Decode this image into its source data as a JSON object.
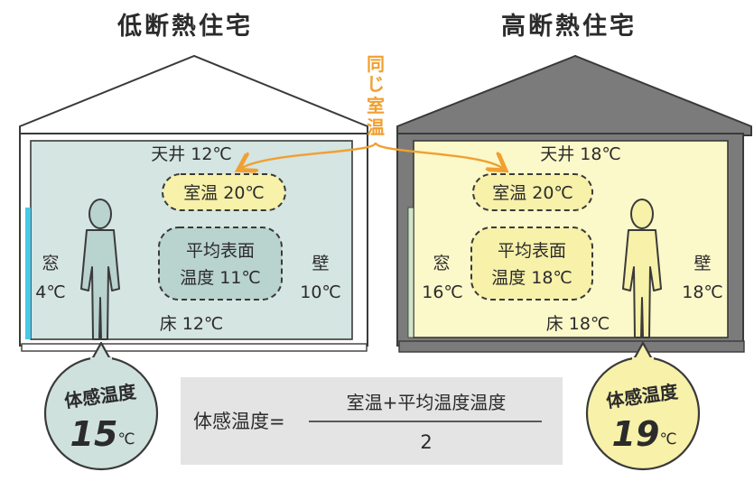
{
  "low_house": {
    "title": "低断熱住宅",
    "ceiling": "天井 12℃",
    "room_temp": "室温 20℃",
    "avg_surface_line1": "平均表面",
    "avg_surface_line2": "温度 11℃",
    "window_label": "窓",
    "window_temp": "4℃",
    "wall_label": "壁",
    "wall_temp": "10℃",
    "floor": "床 12℃",
    "badge_title": "体感温度",
    "badge_value": "15",
    "badge_unit": "℃"
  },
  "high_house": {
    "title": "高断熱住宅",
    "ceiling": "天井 18℃",
    "room_temp": "室温 20℃",
    "avg_surface_line1": "平均表面",
    "avg_surface_line2": "温度 18℃",
    "window_label": "窓",
    "window_temp": "16℃",
    "wall_label": "壁",
    "wall_temp": "18℃",
    "floor": "床 18℃",
    "badge_title": "体感温度",
    "badge_value": "19",
    "badge_unit": "℃"
  },
  "connector": {
    "label_chars": [
      "同",
      "じ",
      "室",
      "温"
    ]
  },
  "formula": {
    "lhs": "体感温度=",
    "numerator": "室温+平均温度温度",
    "denominator": "2"
  },
  "colors": {
    "low_fill": "#d4e5e2",
    "low_badge": "#cfe1dd",
    "high_fill": "#fbf8c9",
    "high_badge": "#f7f1a9",
    "high_roof": "#7b7b7b",
    "accent": "#f0a030",
    "window_blue": "#49c8e8"
  }
}
